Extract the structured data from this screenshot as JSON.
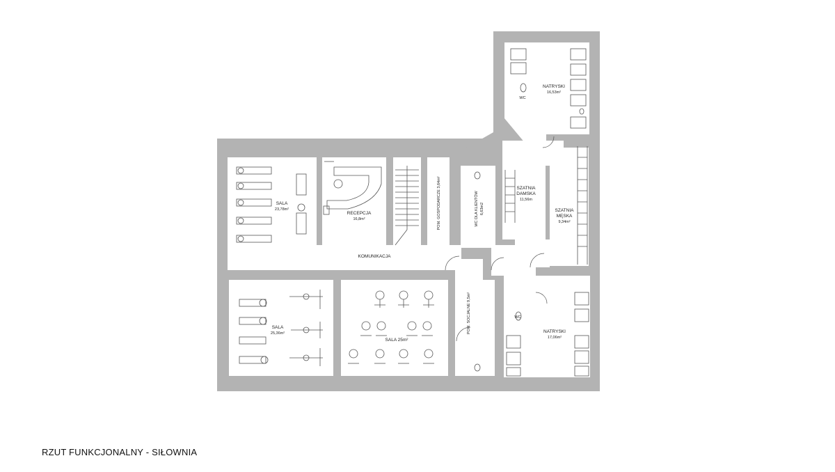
{
  "caption": "RZUT FUNKCJONALNY - SIŁOWNIA",
  "rooms": {
    "sala1_name": "SALA",
    "sala1_area": "23,78m²",
    "recepcja_name": "RECEPCJA",
    "recepcja_area": "16,8m²",
    "gosp": "POM. GOSPODARCZE 3,64m²",
    "wc_klientow_name": "WC DLA KLIENTÓW",
    "wc_klientow_area": "6,63m2",
    "szatnia_d_name": "SZATNIA",
    "szatnia_d_name2": "DAMSKA",
    "szatnia_d_area": "11,56m",
    "szatnia_m_name": "SZATNIA",
    "szatnia_m_name2": "MĘSKA",
    "szatnia_m_area": "9,34m²",
    "natryski_top_name": "NATRYSKI",
    "natryski_top_area": "16,53m²",
    "wc_top": "WC",
    "komunikacja": "KOMUNIKACJA",
    "sala2_name": "SALA",
    "sala2_area": "25,36m²",
    "sala3": "SALA 25m²",
    "socjalne": "POM. SOCJALNE 9,5m²",
    "wc_bottom": "WC",
    "natryski_bot_name": "NATRYSKI",
    "natryski_bot_area": "17,06m²"
  }
}
